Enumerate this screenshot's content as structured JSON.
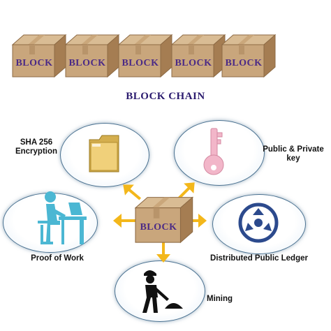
{
  "block_label": "BLOCK",
  "chain_title": "BLOCK CHAIN",
  "center_block_label": "BLOCK",
  "features": {
    "sha": {
      "label_line1": "SHA 256",
      "label_line2": "Encryption",
      "icon": "folder-icon"
    },
    "keys": {
      "label_line1": "Public & Private",
      "label_line2": "key",
      "icon": "key-icon"
    },
    "pow": {
      "label": "Proof of Work",
      "icon": "person-at-desk-icon"
    },
    "ledger": {
      "label": "Distributed Public Ledger",
      "icon": "distributed-network-icon"
    },
    "mining": {
      "label": "Mining",
      "icon": "miner-icon"
    }
  },
  "colors": {
    "box_light": "#c9a67c",
    "box_dark": "#a57d52",
    "label_purple": "#4b2a86",
    "arrow": "#f3b71b",
    "ellipse_border": "#4a7190",
    "folder": "#e0bd62",
    "key": "#f2b6c9",
    "ledger_blue": "#2c4a8d"
  }
}
